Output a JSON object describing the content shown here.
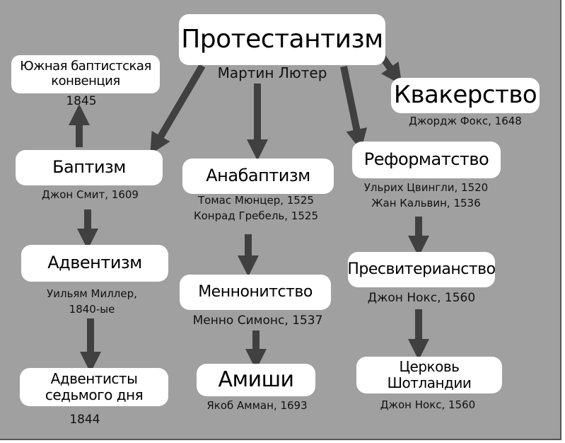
{
  "colors": {
    "background": "#a0a0a0",
    "box": "#ffffff",
    "arrow": "#404040",
    "text": "#000000"
  },
  "nodes": {
    "protestantism": {
      "title": "Протестантизм",
      "lines": [
        "Мартин Лютер"
      ]
    },
    "southern_baptist": {
      "title": "Южная баптистская конвенция",
      "lines": [
        "1845"
      ]
    },
    "quakers": {
      "title": "Квакерство",
      "lines": [
        "Джордж Фокс, 1648"
      ]
    },
    "baptism": {
      "title": "Баптизм",
      "lines": [
        "Джон Смит, 1609"
      ]
    },
    "anabaptism": {
      "title": "Анабаптизм",
      "lines": [
        "Томас Мюнцер, 1525",
        "Конрад Гребель, 1525"
      ]
    },
    "reformed": {
      "title": "Реформатство",
      "lines": [
        "Ульрих Цвингли, 1520",
        "Жан Кальвин, 1536"
      ]
    },
    "adventism": {
      "title": "Адвентизм",
      "lines": [
        "Уильям Миллер,",
        "1840-ые"
      ]
    },
    "mennonites": {
      "title": "Меннонитство",
      "lines": [
        "Менно Симонс, 1537"
      ]
    },
    "presbyterianism": {
      "title": "Пресвитерианство",
      "lines": [
        "Джон Нокс, 1560"
      ]
    },
    "sda": {
      "title": "Адвентисты седьмого дня",
      "lines": [
        "1844"
      ]
    },
    "amish": {
      "title": "Амиши",
      "lines": [
        "Якоб Амман, 1693"
      ]
    },
    "church_scotland": {
      "title": "Церковь Шотландии",
      "lines": [
        "Джон Нокс, 1560"
      ]
    }
  }
}
